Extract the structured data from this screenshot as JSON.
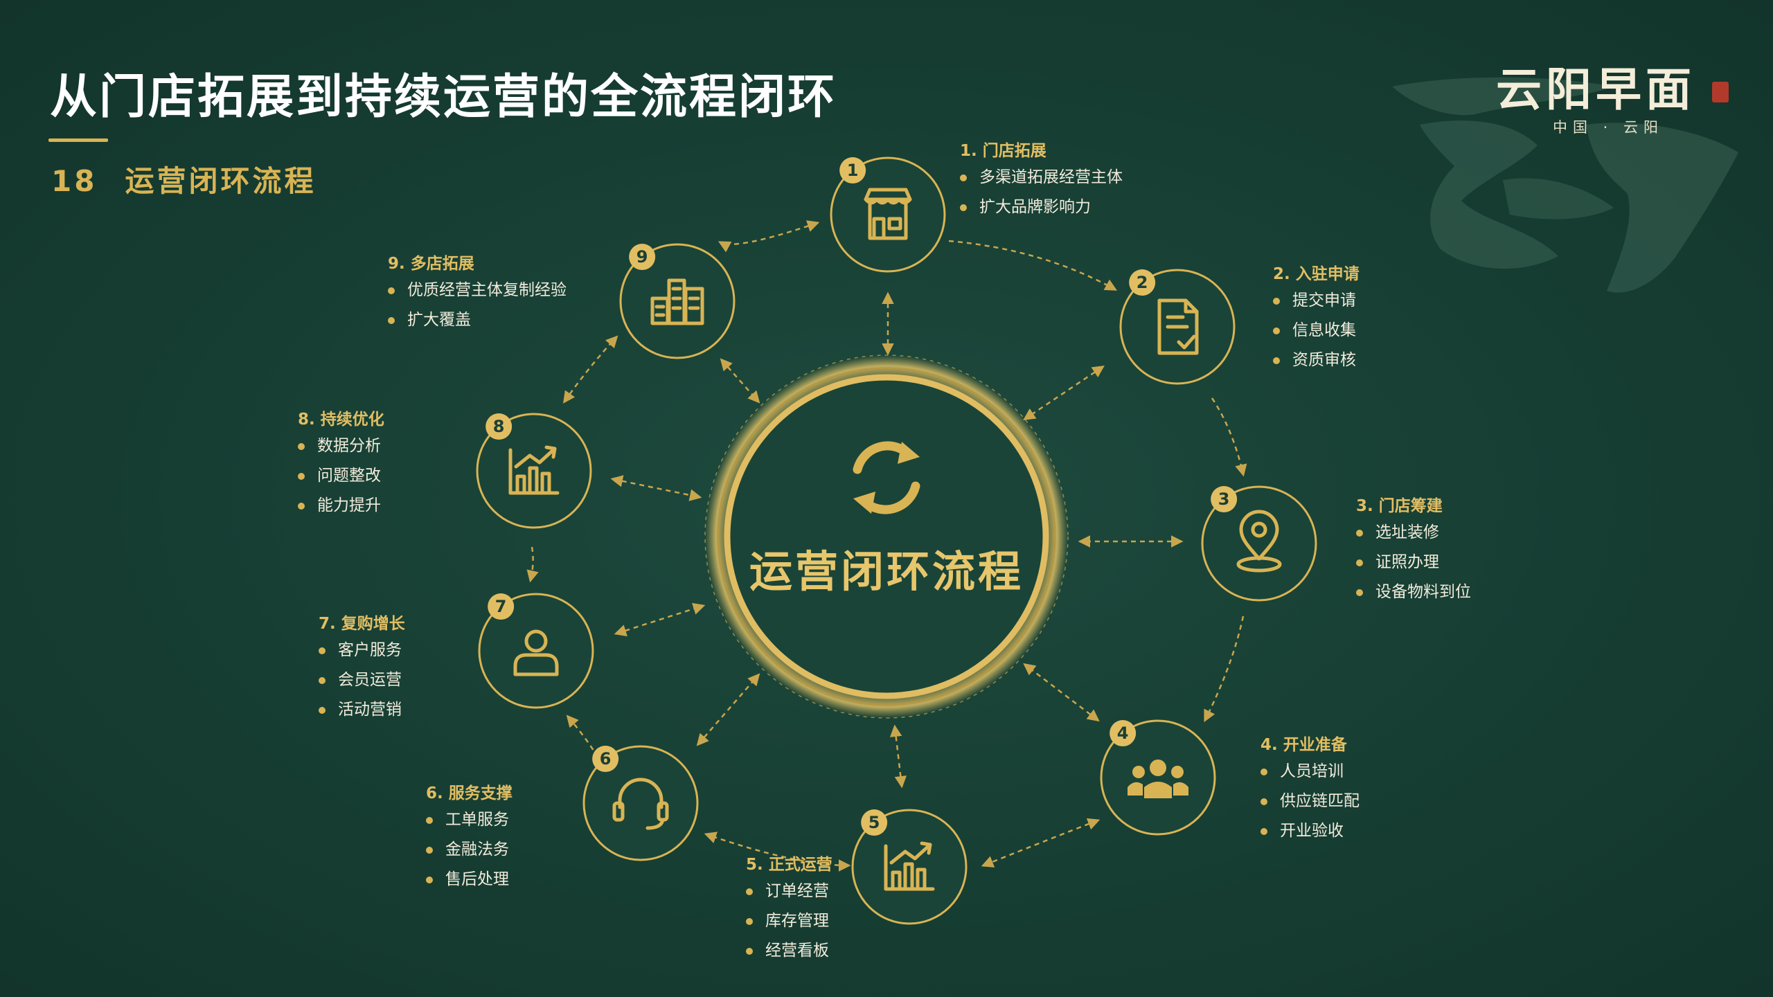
{
  "header": {
    "title": "从门店拓展到持续运营的全流程闭环",
    "page_number": "18",
    "section_title": "运营闭环流程"
  },
  "brand": {
    "name": "云阳早面",
    "tagline": "中国 · 云阳"
  },
  "center": {
    "label": "运营闭环流程"
  },
  "colors": {
    "background": "#173e33",
    "gold": "#d9b454",
    "text": "#f2ecdc"
  },
  "steps": [
    {
      "num": "1",
      "title": "1. 门店拓展",
      "icon": "store-icon",
      "items": [
        "多渠道拓展经营主体",
        "扩大品牌影响力"
      ]
    },
    {
      "num": "2",
      "title": "2. 入驻申请",
      "icon": "document-check-icon",
      "items": [
        "提交申请",
        "信息收集",
        "资质审核"
      ]
    },
    {
      "num": "3",
      "title": "3. 门店筹建",
      "icon": "location-pin-icon",
      "items": [
        "选址装修",
        "证照办理",
        "设备物料到位"
      ]
    },
    {
      "num": "4",
      "title": "4. 开业准备",
      "icon": "team-icon",
      "items": [
        "人员培训",
        "供应链匹配",
        "开业验收"
      ]
    },
    {
      "num": "5",
      "title": "5. 正式运营",
      "icon": "bar-chart-icon",
      "items": [
        "订单经营",
        "库存管理",
        "经营看板"
      ]
    },
    {
      "num": "6",
      "title": "6. 服务支撑",
      "icon": "headset-icon",
      "items": [
        "工单服务",
        "金融法务",
        "售后处理"
      ]
    },
    {
      "num": "7",
      "title": "7. 复购增长",
      "icon": "user-icon",
      "items": [
        "客户服务",
        "会员运营",
        "活动营销"
      ]
    },
    {
      "num": "8",
      "title": "8. 持续优化",
      "icon": "growth-chart-icon",
      "items": [
        "数据分析",
        "问题整改",
        "能力提升"
      ]
    },
    {
      "num": "9",
      "title": "9. 多店拓展",
      "icon": "buildings-icon",
      "items": [
        "优质经营主体复制经验",
        "扩大覆盖"
      ]
    }
  ]
}
